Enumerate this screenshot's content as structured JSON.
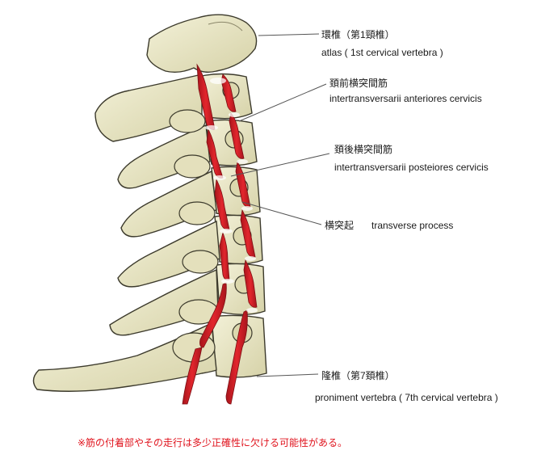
{
  "labels": {
    "atlas": {
      "jp": "環椎（第1頸椎）",
      "en": "atlas ( 1st cervical vertebra )"
    },
    "anterior": {
      "jp": "頚前横突間筋",
      "en": "intertransversarii anteriores cervicis"
    },
    "posterior": {
      "jp": "頚後横突間筋",
      "en": "intertransversarii posteiores cervicis"
    },
    "transverse": {
      "jp": "横突起",
      "en": "transverse process"
    },
    "prominens": {
      "jp": "隆椎（第7頚椎）",
      "en": "proniment vertebra  ( 7th cervical vertebra )"
    }
  },
  "footnote": "※筋の付着部やその走行は多少正確性に欠ける可能性がある。",
  "colors": {
    "bone_fill": "#ebe8c8",
    "bone_shade": "#c9c49a",
    "bone_outline": "#3c3a2c",
    "muscle": "#d8232a",
    "muscle_dark": "#8f1318",
    "leader": "#555555",
    "footnote": "#e0141e"
  }
}
